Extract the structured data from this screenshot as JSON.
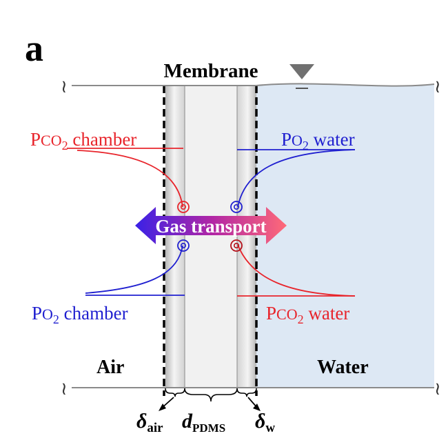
{
  "panel_label": "a",
  "membrane_label": "Membrane",
  "pco2_chamber": {
    "prefix": "P",
    "species": "CO",
    "subscript": "2",
    "suffix": " chamber"
  },
  "po2_water": {
    "prefix": "P",
    "species": "O",
    "subscript": "2",
    "suffix": " water"
  },
  "po2_chamber": {
    "prefix": "P",
    "species": "O",
    "subscript": "2",
    "suffix": " chamber"
  },
  "pco2_water": {
    "prefix": "P",
    "species": "CO",
    "subscript": "2",
    "suffix": " water"
  },
  "gas_transport_label": "Gas transport",
  "air_label": "Air",
  "water_label": "Water",
  "delta_air": {
    "symbol": "δ",
    "subscript": "air"
  },
  "d_pdms": {
    "symbol": "d",
    "subscript": "PDMS"
  },
  "delta_w": {
    "symbol": "δ",
    "subscript": "w"
  },
  "break_mark": "≀",
  "colors": {
    "co2": "#e8242b",
    "o2": "#1f1fd0",
    "water_fill": "#dde8f4",
    "membrane_core": "#f2f2f2",
    "arrow_left": "#3a22e6",
    "arrow_right": "#ff5c6c"
  }
}
